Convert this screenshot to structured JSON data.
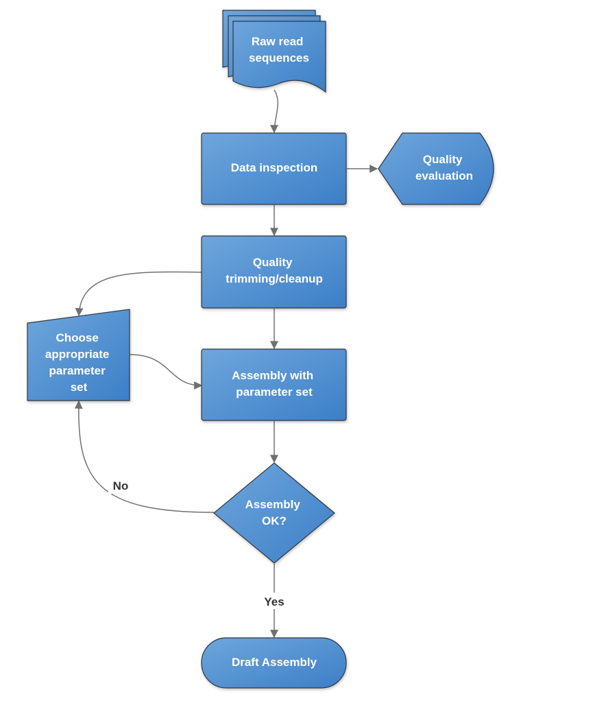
{
  "diagram": {
    "nodes": {
      "raw_reads": {
        "shape": "multi-document",
        "lines": [
          "Raw read",
          "sequences"
        ]
      },
      "data_inspection": {
        "shape": "process",
        "lines": [
          "Data inspection"
        ]
      },
      "quality_evaluation": {
        "shape": "display",
        "lines": [
          "Quality",
          "evaluation"
        ]
      },
      "quality_trimming": {
        "shape": "process",
        "lines": [
          "Quality",
          "trimming/cleanup"
        ]
      },
      "choose_params": {
        "shape": "manual-input",
        "lines": [
          "Choose",
          "appropriate",
          "parameter",
          "set"
        ]
      },
      "assembly": {
        "shape": "process",
        "lines": [
          "Assembly with",
          "parameter set"
        ]
      },
      "assembly_ok": {
        "shape": "decision",
        "lines": [
          "Assembly",
          "OK?"
        ]
      },
      "draft_assembly": {
        "shape": "terminator",
        "lines": [
          "Draft Assembly"
        ]
      }
    },
    "edges": [
      {
        "from": "raw_reads",
        "to": "data_inspection",
        "label": ""
      },
      {
        "from": "data_inspection",
        "to": "quality_evaluation",
        "label": ""
      },
      {
        "from": "data_inspection",
        "to": "quality_trimming",
        "label": ""
      },
      {
        "from": "quality_trimming",
        "to": "choose_params",
        "label": ""
      },
      {
        "from": "quality_trimming",
        "to": "assembly",
        "label": ""
      },
      {
        "from": "choose_params",
        "to": "assembly",
        "label": ""
      },
      {
        "from": "assembly",
        "to": "assembly_ok",
        "label": ""
      },
      {
        "from": "assembly_ok",
        "to": "choose_params",
        "label": "No"
      },
      {
        "from": "assembly_ok",
        "to": "draft_assembly",
        "label": "Yes"
      }
    ],
    "colors": {
      "fill_light": "#6fa6dc",
      "fill_dark": "#3c7fc7",
      "stroke": "#30353d",
      "edge": "#707070",
      "text": "#ffffff",
      "edge_label": "#333333"
    }
  }
}
